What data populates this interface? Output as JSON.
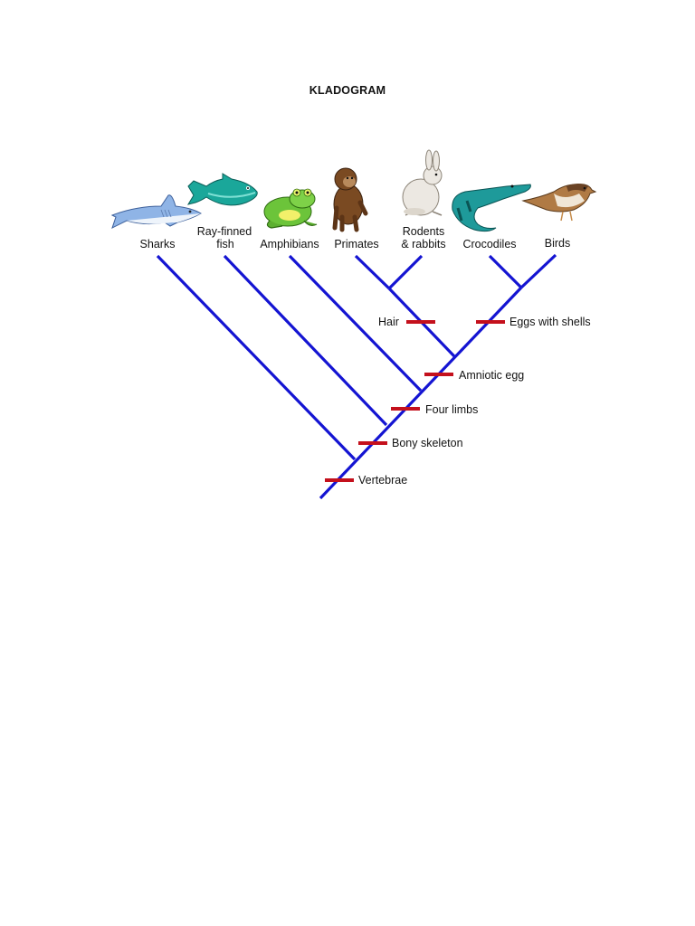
{
  "title": "KLADOGRAM",
  "taxa": [
    {
      "id": "sharks",
      "label_lines": [
        "Sharks"
      ],
      "icon": "shark-icon"
    },
    {
      "id": "ray-finned-fish",
      "label_lines": [
        "Ray-finned",
        "fish"
      ],
      "icon": "fish-icon"
    },
    {
      "id": "amphibians",
      "label_lines": [
        "Amphibians"
      ],
      "icon": "frog-icon"
    },
    {
      "id": "primates",
      "label_lines": [
        "Primates"
      ],
      "icon": "monkey-icon"
    },
    {
      "id": "rodents-rabbits",
      "label_lines": [
        "Rodents",
        "& rabbits"
      ],
      "icon": "rabbit-icon"
    },
    {
      "id": "crocodiles",
      "label_lines": [
        "Crocodiles"
      ],
      "icon": "crocodile-icon"
    },
    {
      "id": "birds",
      "label_lines": [
        "Birds"
      ],
      "icon": "bird-icon"
    }
  ],
  "traits": [
    {
      "id": "vertebrae",
      "label": "Vertebrae"
    },
    {
      "id": "bony-skeleton",
      "label": "Bony skeleton"
    },
    {
      "id": "four-limbs",
      "label": "Four limbs"
    },
    {
      "id": "amniotic-egg",
      "label": "Amniotic egg"
    },
    {
      "id": "hair",
      "label": "Hair"
    },
    {
      "id": "eggs-with-shells",
      "label": "Eggs with shells"
    }
  ],
  "colors": {
    "branch": "#1414d2",
    "trait_marker": "#c4101c",
    "text": "#111111"
  }
}
